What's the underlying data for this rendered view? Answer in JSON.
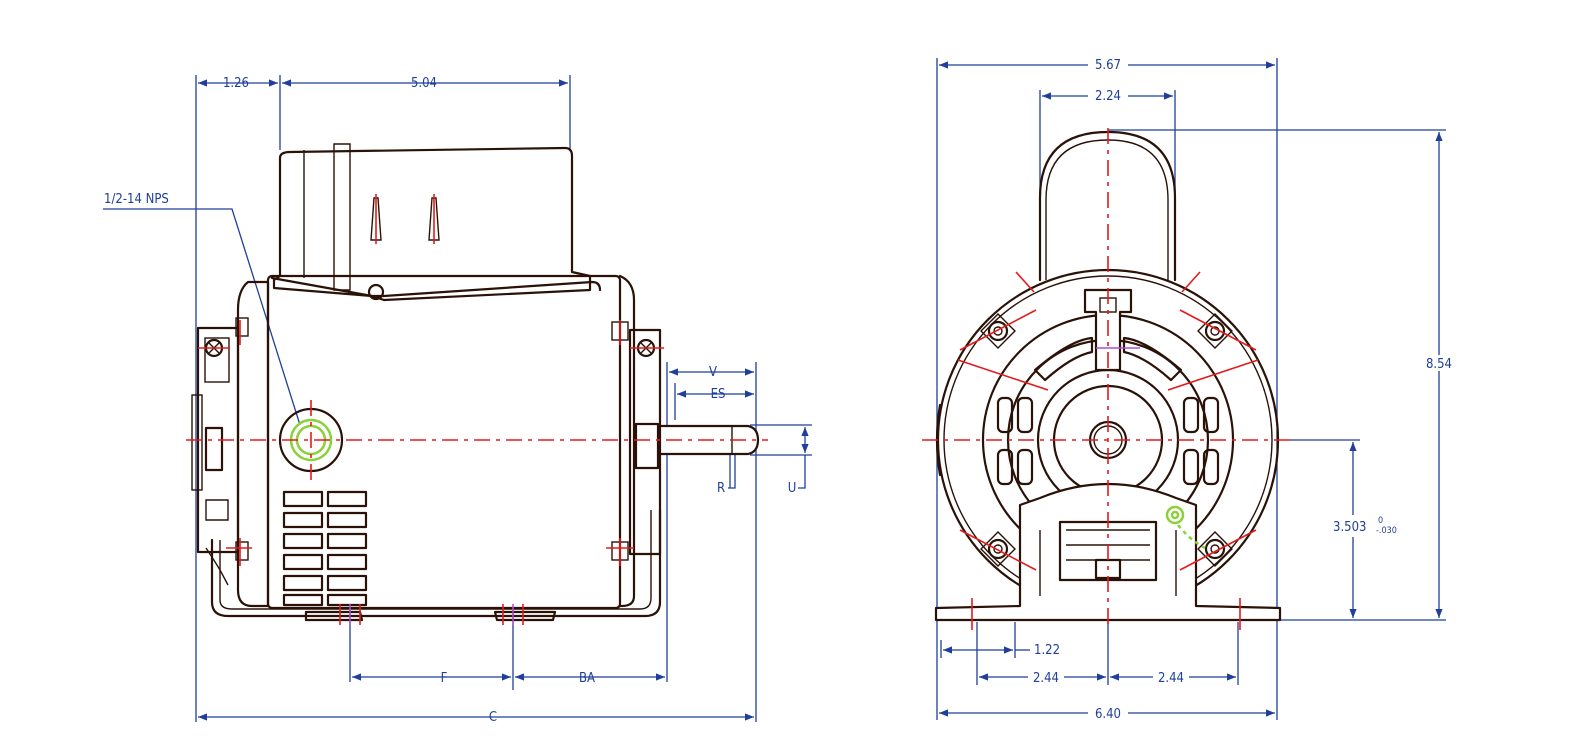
{
  "side_view": {
    "labels": {
      "dim_1_26": "1.26",
      "dim_5_04": "5.04",
      "conduit": "1/2-14 NPS",
      "v": "V",
      "es": "ES",
      "r": "R",
      "u": "U",
      "f": "F",
      "ba": "BA",
      "c": "C"
    }
  },
  "end_view": {
    "labels": {
      "dim_5_67": "5.67",
      "dim_2_24": "2.24",
      "dim_8_54": "8.54",
      "dim_3_503": "3.503",
      "tol_top": "0",
      "tol_bottom": "-.030",
      "dim_1_22": "1.22",
      "dim_2_44_left": "2.44",
      "dim_2_44_right": "2.44",
      "dim_6_40": "6.40"
    }
  },
  "colors": {
    "dimension": "#1f3f9a",
    "outline": "#2a1208",
    "centerline": "#e21b1b",
    "conduit_hole": "#8cd13a"
  }
}
